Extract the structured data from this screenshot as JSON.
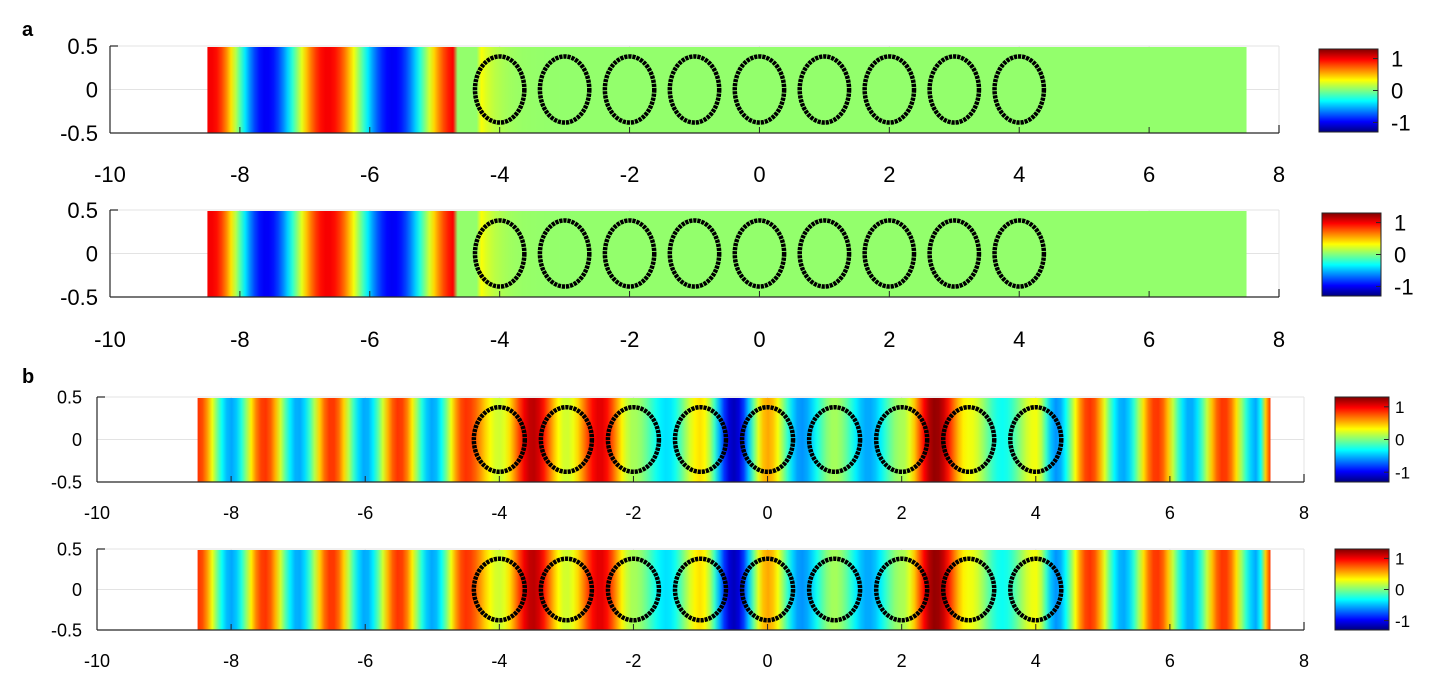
{
  "figure": {
    "panels": [
      {
        "letter": "a"
      },
      {
        "letter": "b"
      }
    ]
  },
  "chart_data": [
    {
      "type": "heatmap",
      "panel": "a",
      "title": "",
      "xlabel": "",
      "ylabel": "",
      "xlim": [
        -10,
        8
      ],
      "ylim": [
        -0.5,
        0.5
      ],
      "xticks": [
        "-10",
        "-8",
        "-6",
        "-4",
        "-2",
        "0",
        "2",
        "4",
        "6",
        "8"
      ],
      "yticks": [
        "0.5",
        "0",
        "-0.5"
      ],
      "field_extent_x": [
        -8.5,
        7.5
      ],
      "field_profile": "incident wave for x < -4.3, near zero (~0) beyond",
      "field_peaks": [
        {
          "x": -8.45,
          "v": 1
        },
        {
          "x": -7.6,
          "v": -1
        },
        {
          "x": -6.65,
          "v": 1
        },
        {
          "x": -5.65,
          "v": -1
        },
        {
          "x": -4.65,
          "v": 1
        }
      ],
      "scatterer_centers_x": [
        -4,
        -3,
        -2,
        -1,
        0,
        1,
        2,
        3,
        4
      ],
      "scatterer_radius": 0.38,
      "colorbar": {
        "ticks": [
          "1",
          "0",
          "-1"
        ],
        "range": [
          -1.3,
          1.3
        ],
        "colormap": "jet"
      },
      "grid": true
    },
    {
      "type": "heatmap",
      "panel": "a",
      "title": "",
      "xlabel": "",
      "ylabel": "",
      "xlim": [
        -10,
        8
      ],
      "ylim": [
        -0.5,
        0.5
      ],
      "xticks": [
        "-10",
        "-8",
        "-6",
        "-4",
        "-2",
        "0",
        "2",
        "4",
        "6",
        "8"
      ],
      "yticks": [
        "0.5",
        "0",
        "-0.5"
      ],
      "field_extent_x": [
        -8.5,
        7.5
      ],
      "field_profile": "incident wave for x < -4.3, near zero (~0) beyond",
      "field_peaks": [
        {
          "x": -8.45,
          "v": 1
        },
        {
          "x": -7.6,
          "v": -1
        },
        {
          "x": -6.65,
          "v": 1
        },
        {
          "x": -5.65,
          "v": -1
        },
        {
          "x": -4.65,
          "v": 1
        }
      ],
      "scatterer_centers_x": [
        -4,
        -3,
        -2,
        -1,
        0,
        1,
        2,
        3,
        4
      ],
      "scatterer_radius": 0.38,
      "colorbar": {
        "ticks": [
          "1",
          "0",
          "-1"
        ],
        "range": [
          -1.3,
          1.3
        ],
        "colormap": "jet"
      },
      "grid": true
    },
    {
      "type": "heatmap",
      "panel": "b",
      "title": "",
      "xlabel": "",
      "ylabel": "",
      "xlim": [
        -10,
        8
      ],
      "ylim": [
        -0.5,
        0.5
      ],
      "xticks": [
        "-10",
        "-8",
        "-6",
        "-4",
        "-2",
        "0",
        "2",
        "4",
        "6",
        "8"
      ],
      "yticks": [
        "0.5",
        "0",
        "-0.5"
      ],
      "field_extent_x": [
        -8.5,
        7.5
      ],
      "field_profile": "standing-wave bands across full extent, peaks between scatterers",
      "field_peaks": [
        {
          "x": -8.5,
          "v": 0.85
        },
        {
          "x": -8.0,
          "v": -0.55
        },
        {
          "x": -7.5,
          "v": 0.85
        },
        {
          "x": -7.0,
          "v": -0.55
        },
        {
          "x": -6.5,
          "v": 0.85
        },
        {
          "x": -6.0,
          "v": -0.55
        },
        {
          "x": -5.5,
          "v": 0.85
        },
        {
          "x": -5.0,
          "v": -0.55
        },
        {
          "x": -4.5,
          "v": 0.85
        },
        {
          "x": -4.0,
          "v": 0.2
        },
        {
          "x": -3.5,
          "v": 1.15
        },
        {
          "x": -3.0,
          "v": 0.2
        },
        {
          "x": -2.5,
          "v": 1.05
        },
        {
          "x": -2.0,
          "v": 0.1
        },
        {
          "x": -1.5,
          "v": -0.4
        },
        {
          "x": -1.0,
          "v": 0.4
        },
        {
          "x": -0.5,
          "v": -1.15
        },
        {
          "x": 0.0,
          "v": 0.55
        },
        {
          "x": 0.5,
          "v": -0.6
        },
        {
          "x": 1.0,
          "v": 0.1
        },
        {
          "x": 1.5,
          "v": -0.55
        },
        {
          "x": 2.0,
          "v": 0.1
        },
        {
          "x": 2.5,
          "v": 1.25
        },
        {
          "x": 3.0,
          "v": 0.3
        },
        {
          "x": 3.5,
          "v": -0.3
        },
        {
          "x": 4.0,
          "v": 0.3
        },
        {
          "x": 4.3,
          "v": -0.6
        },
        {
          "x": 4.8,
          "v": 0.85
        },
        {
          "x": 5.3,
          "v": -0.55
        },
        {
          "x": 5.8,
          "v": 0.85
        },
        {
          "x": 6.3,
          "v": -0.55
        },
        {
          "x": 6.8,
          "v": 0.85
        },
        {
          "x": 7.3,
          "v": -0.55
        },
        {
          "x": 7.5,
          "v": 0.85
        }
      ],
      "scatterer_centers_x": [
        -4,
        -3,
        -2,
        -1,
        0,
        1,
        2,
        3,
        4
      ],
      "scatterer_radius": 0.38,
      "colorbar": {
        "ticks": [
          "1",
          "0",
          "-1"
        ],
        "range": [
          -1.3,
          1.3
        ],
        "colormap": "jet"
      },
      "grid": true
    },
    {
      "type": "heatmap",
      "panel": "b",
      "title": "",
      "xlabel": "",
      "ylabel": "",
      "xlim": [
        -10,
        8
      ],
      "ylim": [
        -0.5,
        0.5
      ],
      "xticks": [
        "-10",
        "-8",
        "-6",
        "-4",
        "-2",
        "0",
        "2",
        "4",
        "6",
        "8"
      ],
      "yticks": [
        "0.5",
        "0",
        "-0.5"
      ],
      "field_extent_x": [
        -8.5,
        7.5
      ],
      "field_profile": "standing-wave bands across full extent, peaks between scatterers",
      "field_peaks": [
        {
          "x": -8.5,
          "v": 0.85
        },
        {
          "x": -8.0,
          "v": -0.55
        },
        {
          "x": -7.5,
          "v": 0.85
        },
        {
          "x": -7.0,
          "v": -0.55
        },
        {
          "x": -6.5,
          "v": 0.85
        },
        {
          "x": -6.0,
          "v": -0.55
        },
        {
          "x": -5.5,
          "v": 0.85
        },
        {
          "x": -5.0,
          "v": -0.55
        },
        {
          "x": -4.5,
          "v": 0.85
        },
        {
          "x": -4.0,
          "v": 0.2
        },
        {
          "x": -3.5,
          "v": 1.15
        },
        {
          "x": -3.0,
          "v": 0.2
        },
        {
          "x": -2.5,
          "v": 1.05
        },
        {
          "x": -2.0,
          "v": 0.1
        },
        {
          "x": -1.5,
          "v": -0.4
        },
        {
          "x": -1.0,
          "v": 0.4
        },
        {
          "x": -0.5,
          "v": -1.15
        },
        {
          "x": 0.0,
          "v": 0.55
        },
        {
          "x": 0.5,
          "v": -0.6
        },
        {
          "x": 1.0,
          "v": 0.1
        },
        {
          "x": 1.5,
          "v": -0.55
        },
        {
          "x": 2.0,
          "v": 0.1
        },
        {
          "x": 2.5,
          "v": 1.25
        },
        {
          "x": 3.0,
          "v": 0.3
        },
        {
          "x": 3.5,
          "v": -0.3
        },
        {
          "x": 4.0,
          "v": 0.3
        },
        {
          "x": 4.3,
          "v": -0.6
        },
        {
          "x": 4.8,
          "v": 0.85
        },
        {
          "x": 5.3,
          "v": -0.55
        },
        {
          "x": 5.8,
          "v": 0.85
        },
        {
          "x": 6.3,
          "v": -0.55
        },
        {
          "x": 6.8,
          "v": 0.85
        },
        {
          "x": 7.3,
          "v": -0.55
        },
        {
          "x": 7.5,
          "v": 0.85
        }
      ],
      "scatterer_centers_x": [
        -4,
        -3,
        -2,
        -1,
        0,
        1,
        2,
        3,
        4
      ],
      "scatterer_radius": 0.38,
      "colorbar": {
        "ticks": [
          "1",
          "0",
          "-1"
        ],
        "range": [
          -1.3,
          1.3
        ],
        "colormap": "jet"
      },
      "grid": true
    }
  ]
}
